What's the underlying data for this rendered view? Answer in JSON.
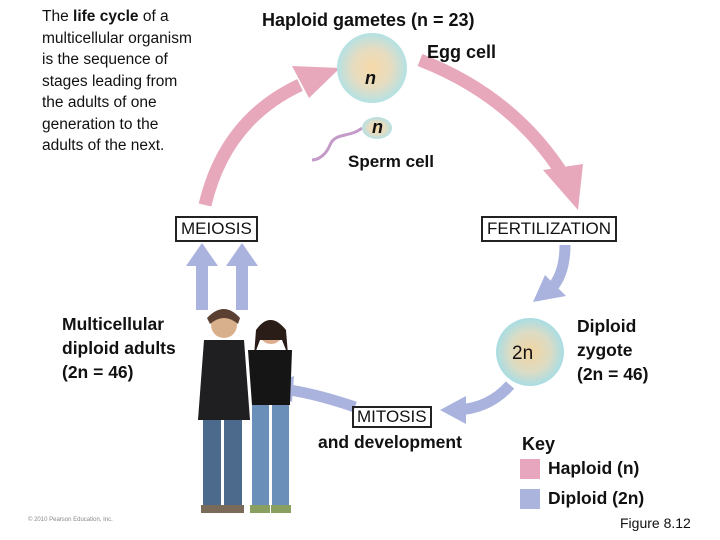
{
  "intro": {
    "pre": "The ",
    "bold": "life cycle",
    "post": " of a multicellular organism is the sequence of stages leading from the adults of one generation to the adults of the next."
  },
  "gametes_title": "Haploid gametes (n = 23)",
  "egg_label": "Egg cell",
  "sperm_label": "Sperm cell",
  "egg_ploidy": "n",
  "sperm_ploidy": "n",
  "meiosis_label": "MEIOSIS",
  "fertilization_label": "FERTILIZATION",
  "adults_label": {
    "line1": "Multicellular",
    "line2": "diploid adults",
    "line3": "(2n = 46)"
  },
  "zygote_ploidy": "2n",
  "zygote_label": {
    "line1": "Diploid",
    "line2": "zygote",
    "line3": "(2n = 46)"
  },
  "mitosis_label": "MITOSIS",
  "mitosis_sub": "and development",
  "key": {
    "title": "Key",
    "items": [
      {
        "label": "Haploid (n)",
        "color": "#e7a6bd"
      },
      {
        "label": "Diploid (2n)",
        "color": "#aab4dc"
      }
    ]
  },
  "figure_label": "Figure 8.12",
  "copyright": "© 2010 Pearson Education, Inc.",
  "colors": {
    "haploid_arrow": "#e7a8bb",
    "diploid_arrow": "#a9b3dd",
    "cell_fill": "#bfe3e6",
    "cell_core": "#f3d6a8"
  }
}
